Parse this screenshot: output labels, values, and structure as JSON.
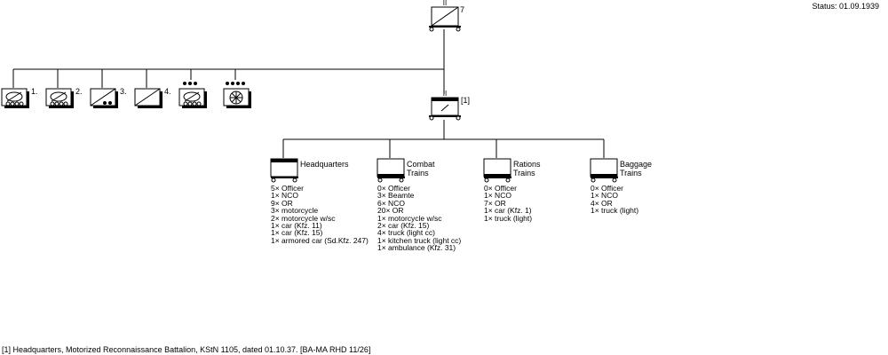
{
  "status": "Status: 01.09.1939",
  "footnote": "[1] Headquarters, Motorized Reconnaissance Battalion, KStN 1105, dated 01.10.37. [BA-MA RHD 11/26]",
  "top_unit": {
    "roman": "II",
    "number": "7"
  },
  "hq_unit": {
    "roman": "II",
    "label": "[1]"
  },
  "companies": [
    {
      "label": "1."
    },
    {
      "label": "2."
    },
    {
      "label": "3."
    },
    {
      "label": "4."
    },
    {
      "label": ""
    },
    {
      "label": ""
    }
  ],
  "subunits": [
    {
      "name": "Headquarters",
      "details": [
        "5× Officer",
        "1× NCO",
        "9× OR",
        "3× motorcycle",
        "2× motorcycle w/sc",
        "1× car (Kfz. 11)",
        "1× car (Kfz. 15)",
        "1× armored car (Sd.Kfz. 247)"
      ]
    },
    {
      "name": "Combat Trains",
      "details": [
        "0× Officer",
        "3× Beamte",
        "6× NCO",
        "20× OR",
        "1× motorcycle w/sc",
        "2× car (Kfz. 15)",
        "4× truck (light cc)",
        "1× kitchen truck (light cc)",
        "1× ambulance (Kfz. 31)"
      ]
    },
    {
      "name": "Rations Trains",
      "details": [
        "0× Officer",
        "1× NCO",
        "7× OR",
        "1× car (Kfz. 1)",
        "1× truck (light)"
      ]
    },
    {
      "name": "Baggage Trains",
      "details": [
        "0× Officer",
        "1× NCO",
        "4× OR",
        "1× truck (light)"
      ]
    }
  ]
}
